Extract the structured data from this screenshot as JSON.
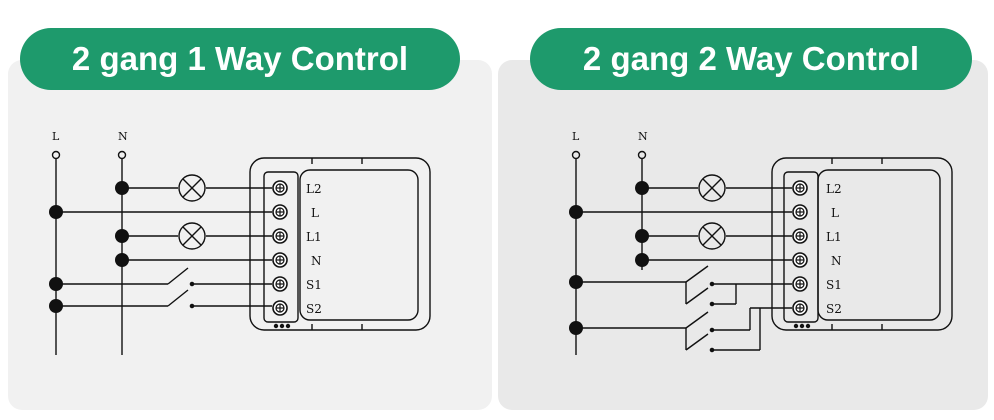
{
  "left": {
    "title": "2 gang 1 Way Control",
    "supply_labels": {
      "line": "L",
      "neutral": "N"
    },
    "terminals": [
      "L2",
      "L",
      "L1",
      "N",
      "S1",
      "S2"
    ]
  },
  "right": {
    "title": "2 gang 2 Way Control",
    "supply_labels": {
      "line": "L",
      "neutral": "N"
    },
    "terminals": [
      "L2",
      "L",
      "L1",
      "N",
      "S1",
      "S2"
    ]
  },
  "colors": {
    "accent": "#1e9a6c",
    "line": "#111111",
    "panel_left": "#f1f1f1",
    "panel_right": "#e9e9e9"
  }
}
